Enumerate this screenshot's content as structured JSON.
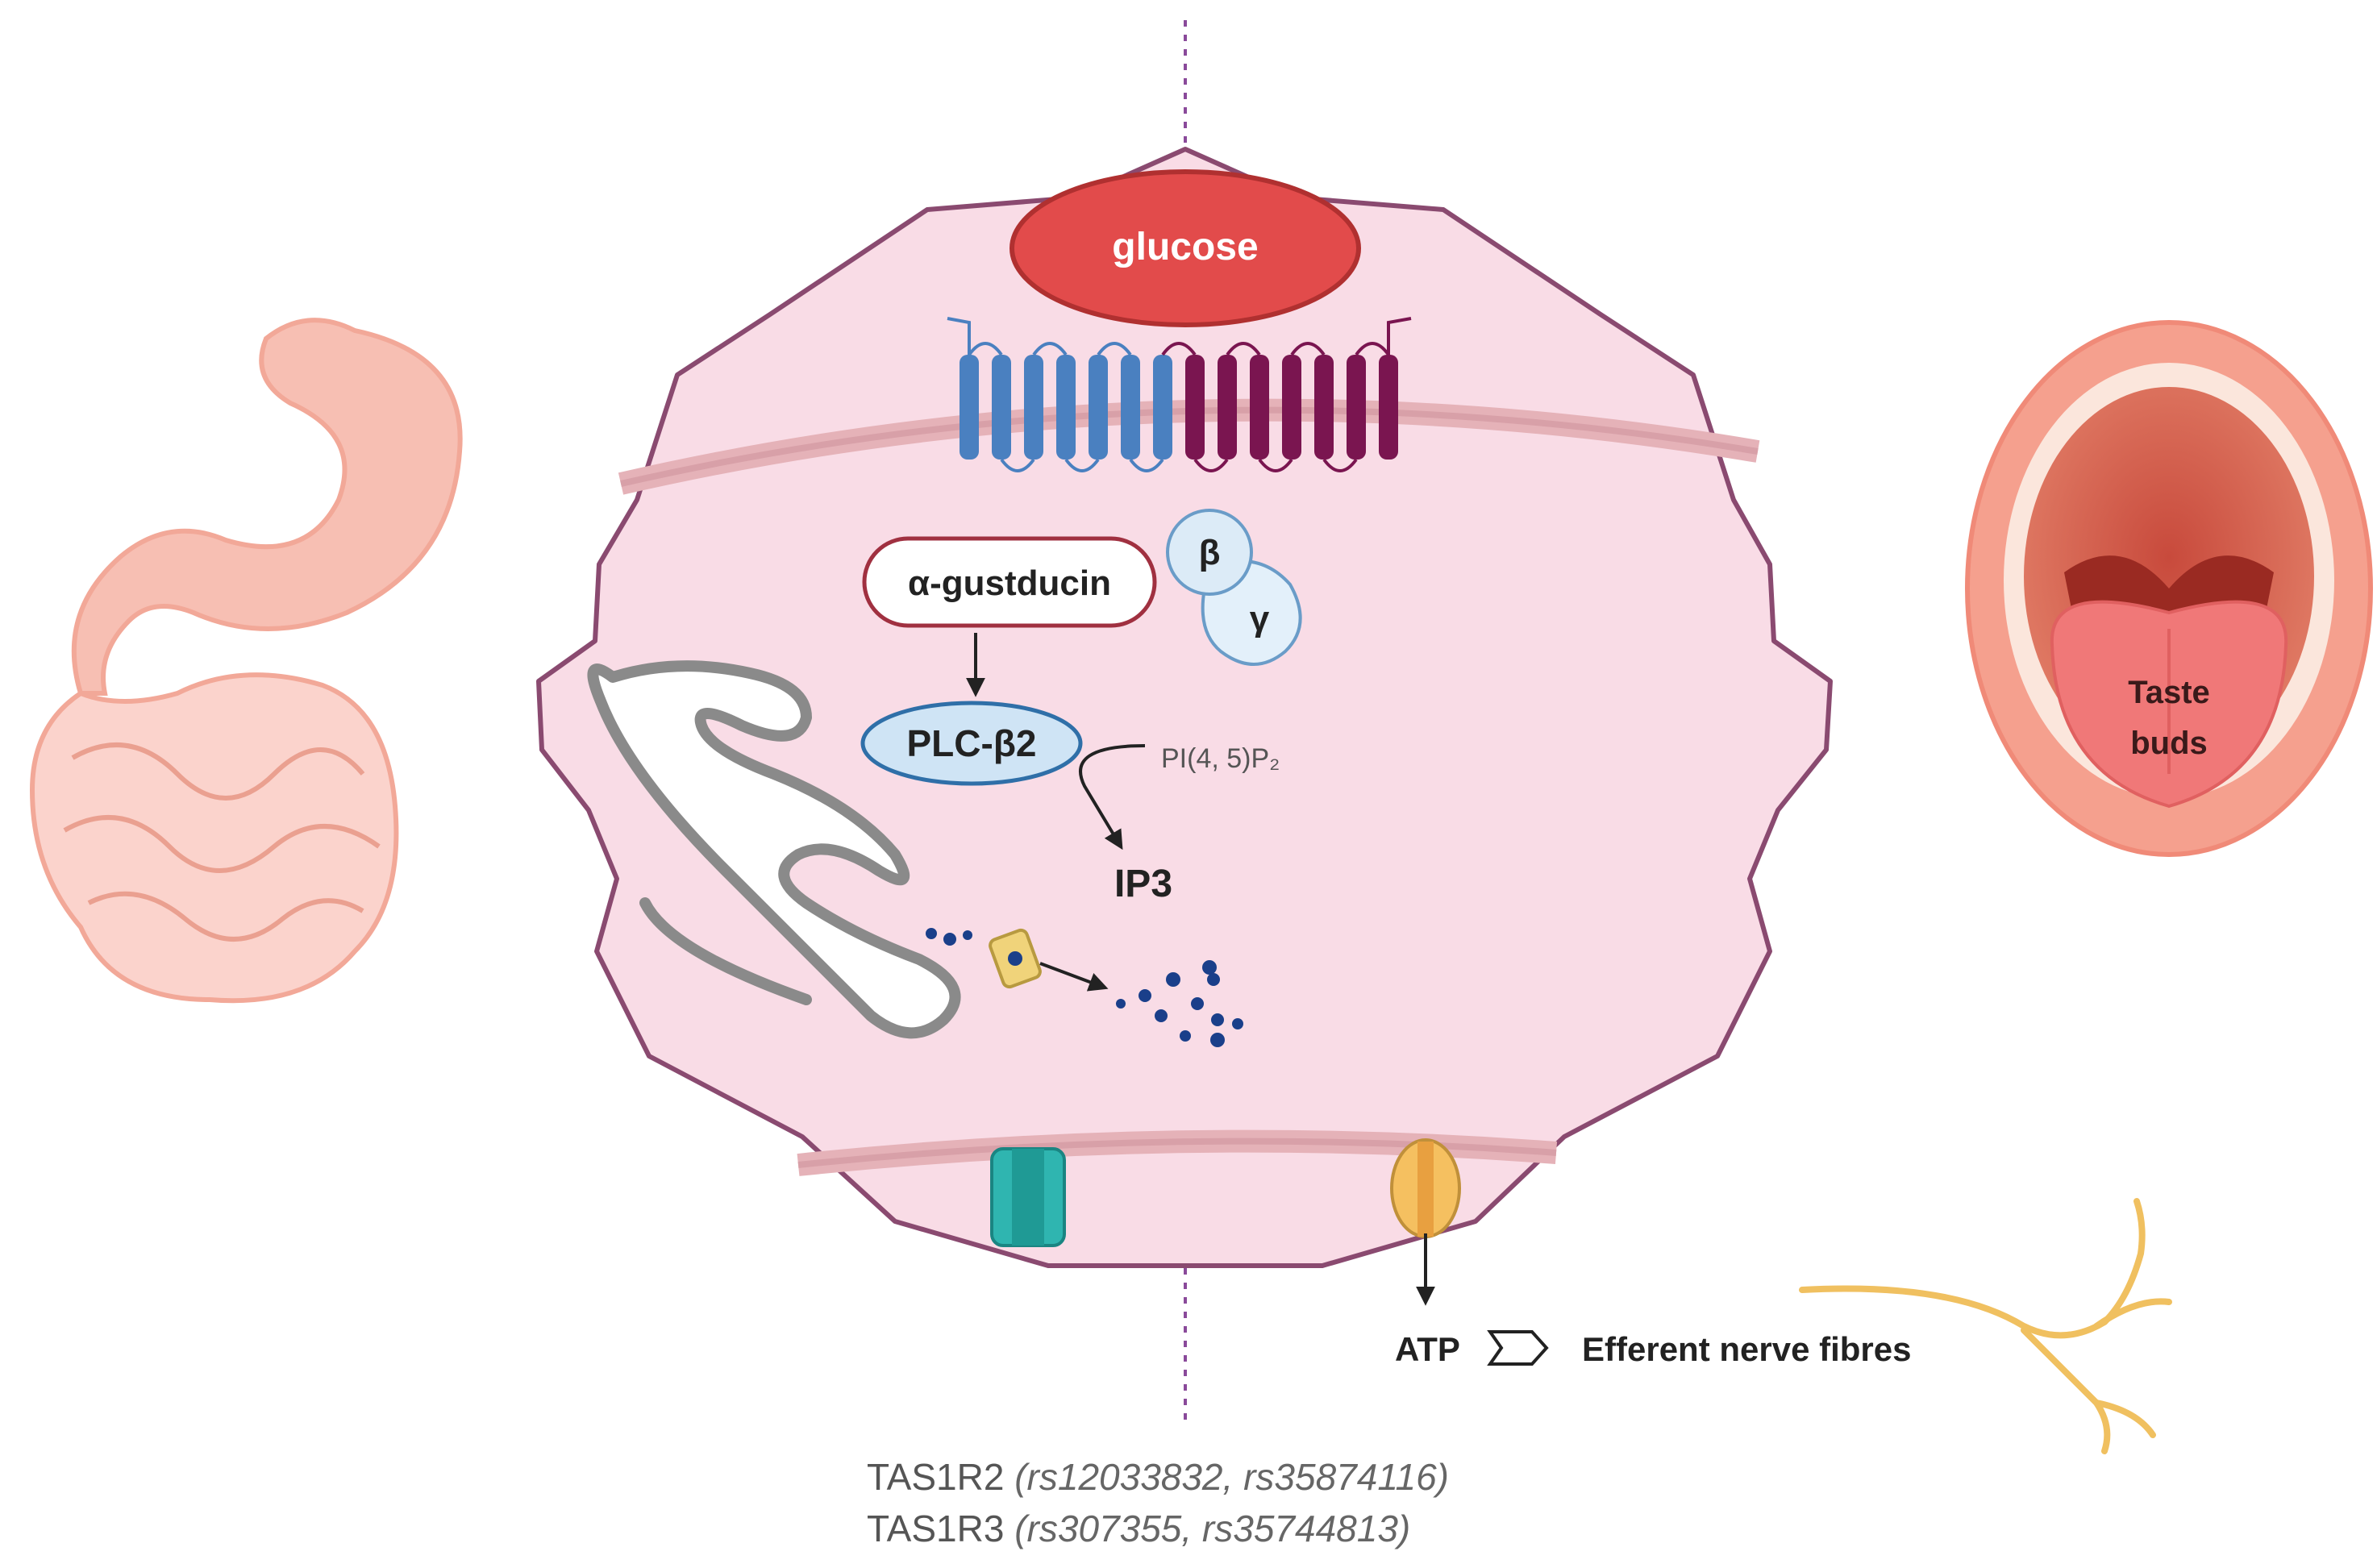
{
  "labels": {
    "glucose": "glucose",
    "alpha_gustducin": "α-gustducin",
    "beta": "β",
    "gamma": "γ",
    "plc": "PLC-β2",
    "pip2": "PI(4, 5)P₂",
    "ip3": "IP3",
    "atp": "ATP",
    "efferent": "Efferent nerve fibres",
    "taste_buds_line1": "Taste",
    "taste_buds_line2": "buds"
  },
  "caption": {
    "line1_gene": "TAS1R2",
    "line1_snps": "(rs12033832, rs35874116)",
    "line2_gene": "TAS1R3",
    "line2_snps": "(rs307355, rs35744813)"
  },
  "icons": [
    "stomach-intestine-icon",
    "taste-cell-icon",
    "receptor-icon",
    "er-icon",
    "ion-channel-icon",
    "open-mouth-icon",
    "nerve-fibre-icon"
  ],
  "colors": {
    "cell_fill": "#f9dce6",
    "cell_stroke": "#8a4a70",
    "glucose": "#e24b4b",
    "receptor_blue": "#4a80c0",
    "receptor_purple": "#7a1550",
    "plc_fill": "#cfe4f5",
    "nerve": "#f0c060",
    "tongue": "#f07878"
  }
}
